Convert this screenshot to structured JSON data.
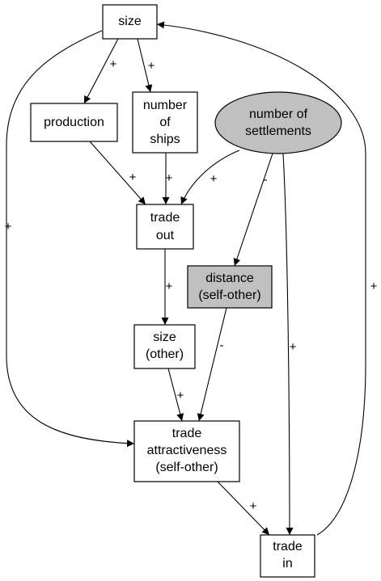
{
  "nodes": {
    "size": {
      "lines": [
        "size"
      ],
      "fill": "#ffffff"
    },
    "production": {
      "lines": [
        "production"
      ],
      "fill": "#ffffff"
    },
    "number_of_ships": {
      "lines": [
        "number",
        "of",
        "ships"
      ],
      "fill": "#ffffff"
    },
    "number_of_settlements": {
      "lines": [
        "number of",
        "settlements"
      ],
      "fill": "#c0c0c0"
    },
    "trade_out": {
      "lines": [
        "trade",
        "out"
      ],
      "fill": "#ffffff"
    },
    "distance": {
      "lines": [
        "distance",
        "(self-other)"
      ],
      "fill": "#c0c0c0"
    },
    "size_other": {
      "lines": [
        "size",
        "(other)"
      ],
      "fill": "#ffffff"
    },
    "trade_attractiveness": {
      "lines": [
        "trade",
        "attractiveness",
        "(self-other)"
      ],
      "fill": "#ffffff"
    },
    "trade_in": {
      "lines": [
        "trade",
        "in"
      ],
      "fill": "#ffffff"
    }
  },
  "edges": [
    {
      "from": "size",
      "to": "production",
      "sign": "+"
    },
    {
      "from": "size",
      "to": "number_of_ships",
      "sign": "+"
    },
    {
      "from": "size",
      "to": "trade_attractiveness",
      "sign": "+"
    },
    {
      "from": "production",
      "to": "trade_out",
      "sign": "+"
    },
    {
      "from": "number_of_ships",
      "to": "trade_out",
      "sign": "+"
    },
    {
      "from": "number_of_settlements",
      "to": "trade_out",
      "sign": "+"
    },
    {
      "from": "number_of_settlements",
      "to": "distance",
      "sign": "-"
    },
    {
      "from": "number_of_settlements",
      "to": "trade_in",
      "sign": "+"
    },
    {
      "from": "trade_out",
      "to": "size_other",
      "sign": "+"
    },
    {
      "from": "distance",
      "to": "trade_attractiveness",
      "sign": "-"
    },
    {
      "from": "size_other",
      "to": "trade_attractiveness",
      "sign": "+"
    },
    {
      "from": "trade_attractiveness",
      "to": "trade_in",
      "sign": "+"
    },
    {
      "from": "trade_in",
      "to": "size",
      "sign": "+"
    }
  ]
}
